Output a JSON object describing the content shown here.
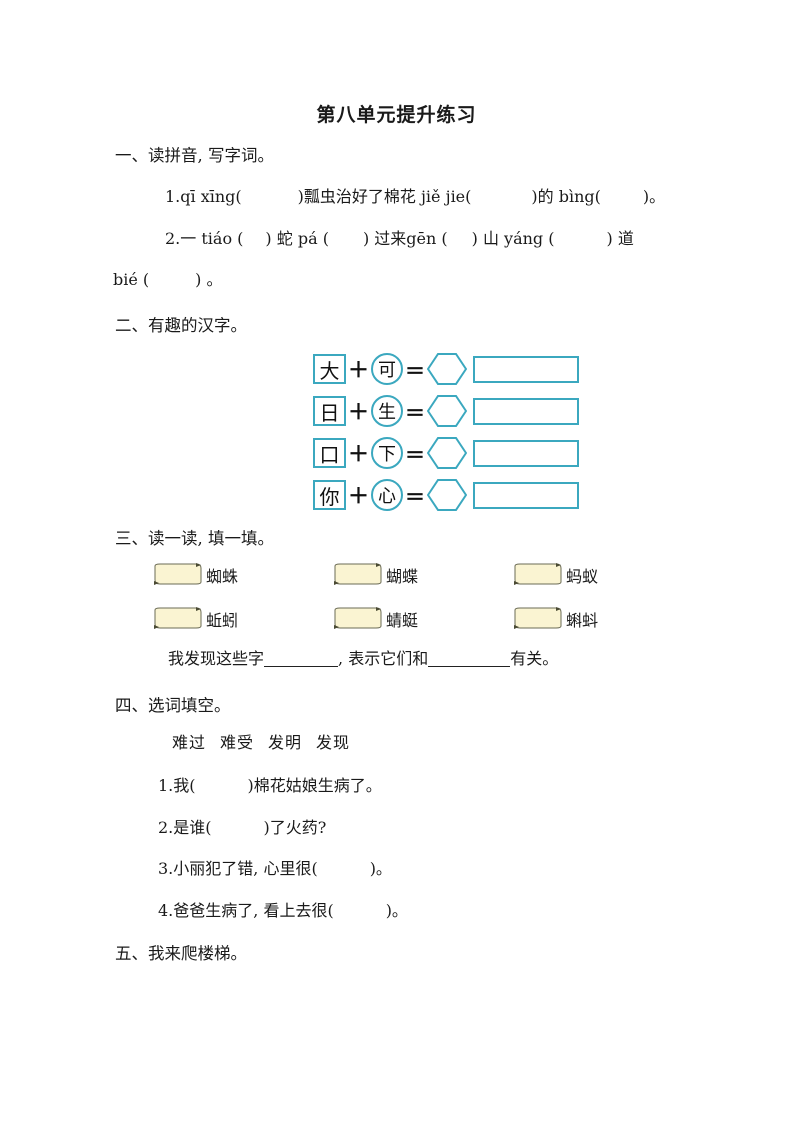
{
  "document": {
    "title": "第八单元提升练习"
  },
  "sections": [
    {
      "id": "section-1",
      "heading": "一、读拼音, 写字词。",
      "items": [
        {
          "number": "1.",
          "parts": [
            "qī  xīng(",
            ")瓢虫治好了棉花 jiě  jie(",
            ")的 bìng(",
            ")。"
          ]
        },
        {
          "number": "2.",
          "parts": [
            "一 tiáo (",
            ") 蛇 pá (",
            ") 过来gēn (",
            ") 山 yáng (",
            ") 道"
          ],
          "continuation": [
            "bié (",
            ") 。"
          ]
        }
      ]
    },
    {
      "id": "section-2",
      "heading": "二、有趣的汉字。",
      "equations": [
        {
          "left": "大",
          "right": "可"
        },
        {
          "left": "日",
          "right": "生"
        },
        {
          "left": "口",
          "right": "下"
        },
        {
          "left": "你",
          "right": "心"
        }
      ],
      "operators": {
        "plus": "＋",
        "equals": "＝"
      }
    },
    {
      "id": "section-3",
      "heading": "三、读一读, 填一填。",
      "tags": [
        [
          "蜘蛛",
          "蝴蝶",
          "蚂蚁"
        ],
        [
          "蚯蚓",
          "蜻蜓",
          "蝌蚪"
        ]
      ],
      "conclusion": {
        "pre": "我发现这些字",
        "mid": ", 表示它们和",
        "post": "有关。"
      }
    },
    {
      "id": "section-4",
      "heading": "四、选词填空。",
      "word_bank": [
        "难过",
        "难受",
        "发明",
        "发现"
      ],
      "questions": [
        {
          "number": "1.",
          "text_before": "我(",
          "text_after": ")棉花姑娘生病了。"
        },
        {
          "number": "2.",
          "text_before": "是谁(",
          "text_after": ")了火药?"
        },
        {
          "number": "3.",
          "text_before": "小丽犯了错, 心里很(",
          "text_after": ")。"
        },
        {
          "number": "4.",
          "text_before": "爸爸生病了, 看上去很(",
          "text_after": ")。"
        }
      ]
    },
    {
      "id": "section-5",
      "heading": "五、我来爬楼梯。"
    }
  ],
  "colors": {
    "shape_outline": "#3ba8bf",
    "tag_fill": "#faf4d2",
    "tag_outline": "#6b6b55",
    "text": "#1a1a1a"
  }
}
